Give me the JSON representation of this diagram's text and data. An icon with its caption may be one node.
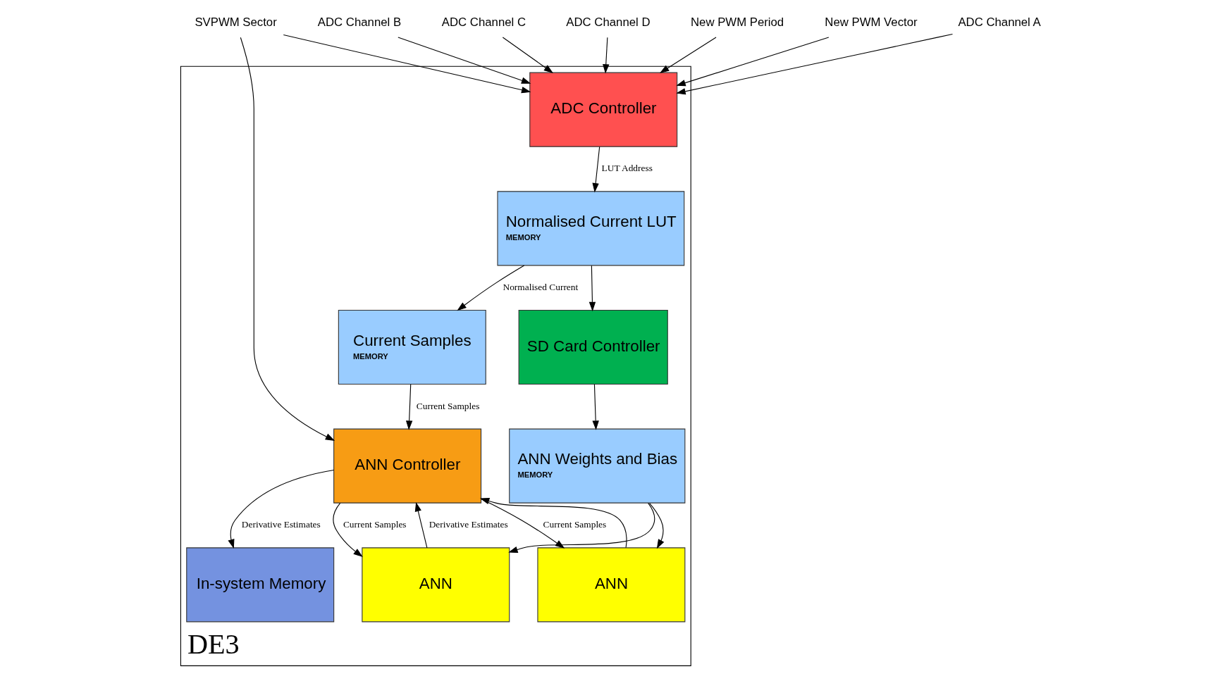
{
  "diagram": {
    "nodes": [
      {
        "text": [
          "DE3"
        ]
      },
      {
        "text": [
          "ADC Controller"
        ],
        "in": 0
      },
      {
        "text": [
          "Current Samples",
          "MEMORY"
        ],
        "in": 0
      },
      {
        "text": [
          "ANN Controller"
        ],
        "in": 0
      },
      {
        "text": [
          "In-system Memory"
        ],
        "in": 0
      },
      {
        "text": [
          "Normalised Current LUT",
          "MEMORY"
        ],
        "in": 0
      },
      {
        "text": [
          "ANN"
        ],
        "in": 0
      },
      {
        "text": [
          "ANN"
        ],
        "in": 0
      },
      {
        "text": [
          "SD Card Controller"
        ],
        "in": 0
      },
      {
        "text": [
          "ANN Weights and Bias",
          "MEMORY"
        ],
        "in": 0
      },
      {
        "text": [
          "SVPWM Sector"
        ]
      },
      {
        "text": [
          "ADC Channel A"
        ]
      },
      {
        "text": [
          "ADC Channel B"
        ]
      },
      {
        "text": [
          "ADC Channel C"
        ]
      },
      {
        "text": [
          "ADC Channel D"
        ]
      },
      {
        "text": [
          "New PWM Period"
        ]
      },
      {
        "text": [
          "New PWM Vector"
        ]
      }
    ],
    "edges": [
      {
        "from": 10,
        "to": 1,
        "arrow": "to"
      },
      {
        "from": 10,
        "to": 3,
        "arrow": "to"
      },
      {
        "from": 11,
        "to": 1,
        "arrow": "to"
      },
      {
        "from": 12,
        "to": 1,
        "arrow": "to"
      },
      {
        "from": 13,
        "to": 1,
        "arrow": "to"
      },
      {
        "from": 14,
        "to": 1,
        "arrow": "to"
      },
      {
        "from": 15,
        "to": 1,
        "arrow": "to"
      },
      {
        "from": 16,
        "to": 1,
        "arrow": "to"
      },
      {
        "from": 1,
        "to": 5,
        "arrow": "to",
        "label": "LUT Address"
      },
      {
        "from": 5,
        "to": 2,
        "arrow": "to",
        "label": "Normalised Current"
      },
      {
        "from": 2,
        "to": 3,
        "arrow": "to",
        "label": "Current Samples"
      },
      {
        "from": 3,
        "to": 4,
        "arrow": "to",
        "label": "Derivative Estimates"
      },
      {
        "from": 3,
        "to": 6,
        "arrow": "to",
        "label": "Current Samples"
      },
      {
        "from": 3,
        "to": 7,
        "arrow": "to",
        "label": "Current Samples"
      },
      {
        "from": 6,
        "to": 3,
        "arrow": "to",
        "label": "Derivative Estimates"
      },
      {
        "from": 7,
        "to": 3,
        "arrow": "to"
      },
      {
        "from": 5,
        "to": 8,
        "arrow": "to"
      },
      {
        "from": 8,
        "to": 9,
        "arrow": "to"
      },
      {
        "from": 9,
        "to": 6,
        "arrow": "to"
      },
      {
        "from": 9,
        "to": 7,
        "arrow": "to"
      }
    ]
  }
}
